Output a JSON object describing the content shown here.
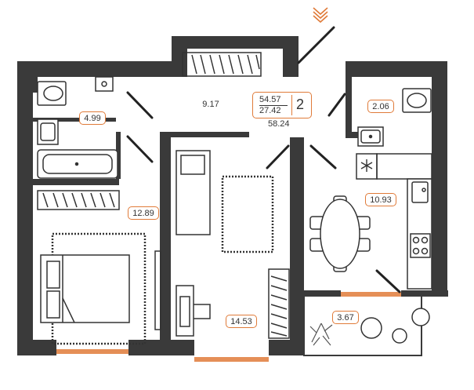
{
  "rooms": {
    "bathroom_main": "4.99",
    "hallway": "9.17",
    "bathroom_small": "2.06",
    "bedroom": "12.89",
    "kitchen": "10.93",
    "living_room": "14.53",
    "balcony": "3.67"
  },
  "summary": {
    "total_area": "54.57",
    "living_area": "27.42",
    "room_count": "2",
    "with_balcony": "58.24"
  },
  "colors": {
    "wall": "#3a3a3a",
    "accent": "#e07b39",
    "furniture": "#444444"
  },
  "icons": {
    "north_indicator": "chevron-down-icon",
    "freezer": "snowflake-icon"
  }
}
